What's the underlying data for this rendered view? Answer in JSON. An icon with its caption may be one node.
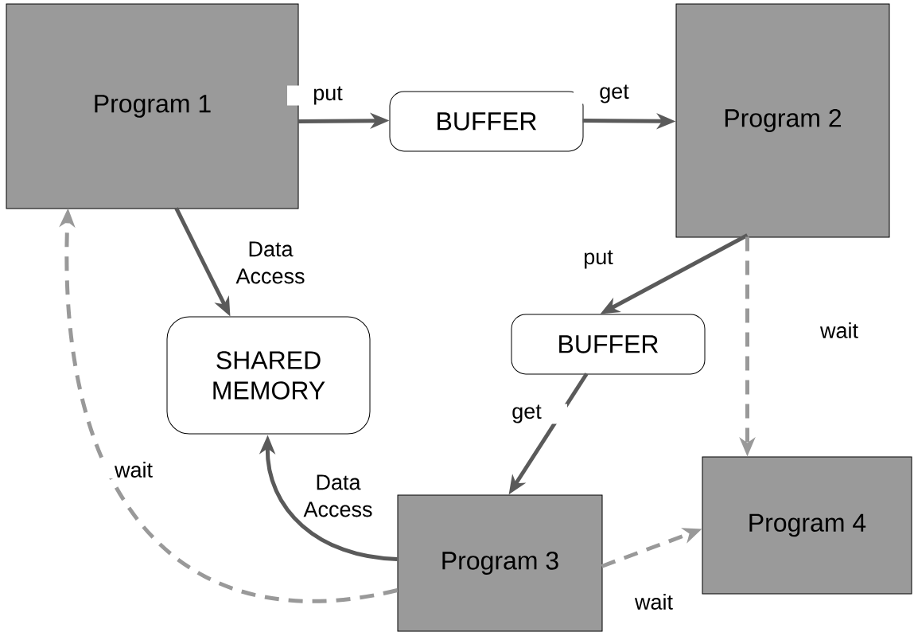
{
  "diagram": {
    "nodes": [
      {
        "text": [
          "Program 1"
        ]
      },
      {
        "text": [
          "BUFFER"
        ]
      },
      {
        "text": [
          "Program 2"
        ]
      },
      {
        "text": [
          "SHARED MEMORY"
        ]
      },
      {
        "text": [
          "BUFFER"
        ]
      },
      {
        "text": [
          "Program 3"
        ]
      },
      {
        "text": [
          "Program 4"
        ]
      }
    ],
    "edges": [
      {
        "from": 0,
        "to": 1,
        "arrow": "to",
        "label": "put"
      },
      {
        "from": 1,
        "to": 2,
        "arrow": "to",
        "label": "get"
      },
      {
        "from": 0,
        "to": 3,
        "arrow": "to",
        "label": "Data Access"
      },
      {
        "from": 2,
        "to": 4,
        "arrow": "to",
        "label": "put"
      },
      {
        "from": 2,
        "to": 6,
        "arrow": "to",
        "label": "wait",
        "style": "dashed",
        "color": "#999999"
      },
      {
        "from": 4,
        "to": 5,
        "arrow": "to",
        "label": "get"
      },
      {
        "from": 5,
        "to": 3,
        "arrow": "to",
        "label": "Data Access"
      },
      {
        "from": 5,
        "to": 0,
        "arrow": "to",
        "label": "wait",
        "style": "dashed",
        "color": "#999999"
      },
      {
        "from": 5,
        "to": 6,
        "arrow": "to",
        "label": "wait",
        "style": "dashed",
        "color": "#999999"
      }
    ]
  }
}
